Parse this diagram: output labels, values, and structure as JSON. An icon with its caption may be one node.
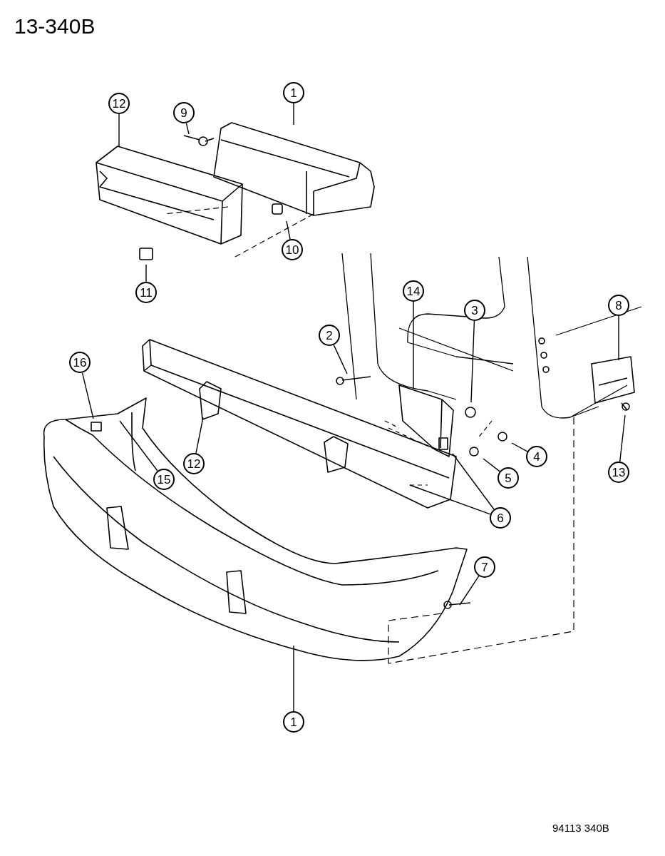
{
  "diagram": {
    "nodes": [
      {
        "text": [
          "12"
        ]
      },
      {
        "text": [
          "9"
        ]
      },
      {
        "text": [
          "1"
        ]
      },
      {
        "text": [
          "10"
        ]
      },
      {
        "text": [
          "11"
        ]
      },
      {
        "text": [
          "14"
        ]
      },
      {
        "text": [
          "3"
        ]
      },
      {
        "text": [
          "8"
        ]
      },
      {
        "text": [
          "2"
        ]
      },
      {
        "text": [
          "16"
        ]
      },
      {
        "text": [
          "12"
        ]
      },
      {
        "text": [
          "15"
        ]
      },
      {
        "text": [
          "5"
        ]
      },
      {
        "text": [
          "4"
        ]
      },
      {
        "text": [
          "6"
        ]
      },
      {
        "text": [
          "13"
        ]
      },
      {
        "text": [
          "7"
        ]
      },
      {
        "text": [
          "1"
        ]
      }
    ],
    "edges": [
      {
        "from": 0,
        "to": null,
        "arrow": "none"
      },
      {
        "from": 1,
        "to": null,
        "arrow": "none"
      },
      {
        "from": 2,
        "to": null,
        "arrow": "none"
      },
      {
        "from": 3,
        "to": null,
        "arrow": "none"
      },
      {
        "from": 4,
        "to": null,
        "arrow": "none"
      },
      {
        "from": 5,
        "to": null,
        "arrow": "none"
      },
      {
        "from": 6,
        "to": null,
        "arrow": "none"
      },
      {
        "from": 7,
        "to": null,
        "arrow": "none"
      },
      {
        "from": 8,
        "to": null,
        "arrow": "none"
      },
      {
        "from": 9,
        "to": null,
        "arrow": "none"
      },
      {
        "from": 10,
        "to": null,
        "arrow": "none"
      },
      {
        "from": 11,
        "to": null,
        "arrow": "none"
      },
      {
        "from": 12,
        "to": null,
        "arrow": "none"
      },
      {
        "from": 13,
        "to": null,
        "arrow": "none"
      },
      {
        "from": 14,
        "to": null,
        "arrow": "none"
      },
      {
        "from": 14,
        "to": null,
        "arrow": "none"
      },
      {
        "from": 15,
        "to": null,
        "arrow": "none"
      },
      {
        "from": 16,
        "to": null,
        "arrow": "none"
      },
      {
        "from": 17,
        "to": null,
        "arrow": "none"
      }
    ],
    "labels": [
      "13-340B",
      "94113 340B"
    ]
  }
}
